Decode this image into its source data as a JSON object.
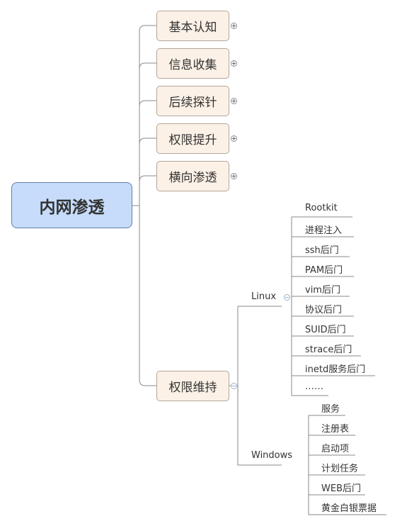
{
  "root": {
    "label": "内网渗透"
  },
  "branches": [
    {
      "label": "基本认知"
    },
    {
      "label": "信息收集"
    },
    {
      "label": "后续探针"
    },
    {
      "label": "权限提升"
    },
    {
      "label": "横向渗透"
    },
    {
      "label": "权限维持"
    }
  ],
  "persistence": {
    "linux": {
      "label": "Linux",
      "items": [
        "Rootkit",
        "进程注入",
        "ssh后门",
        "PAM后门",
        "vim后门",
        "协议后门",
        "SUID后门",
        "strace后门",
        "inetd服务后门",
        "……"
      ]
    },
    "windows": {
      "label": "Windows",
      "items": [
        "服务",
        "注册表",
        "启动项",
        "计划任务",
        "WEB后门",
        "黄金白银票据"
      ]
    }
  },
  "colors": {
    "root_fill": "#c6dcfa",
    "root_border": "#5f7fab",
    "branch_fill": "#fcf1e6",
    "branch_border": "#b3a59a",
    "line": "#8a8a8a"
  }
}
